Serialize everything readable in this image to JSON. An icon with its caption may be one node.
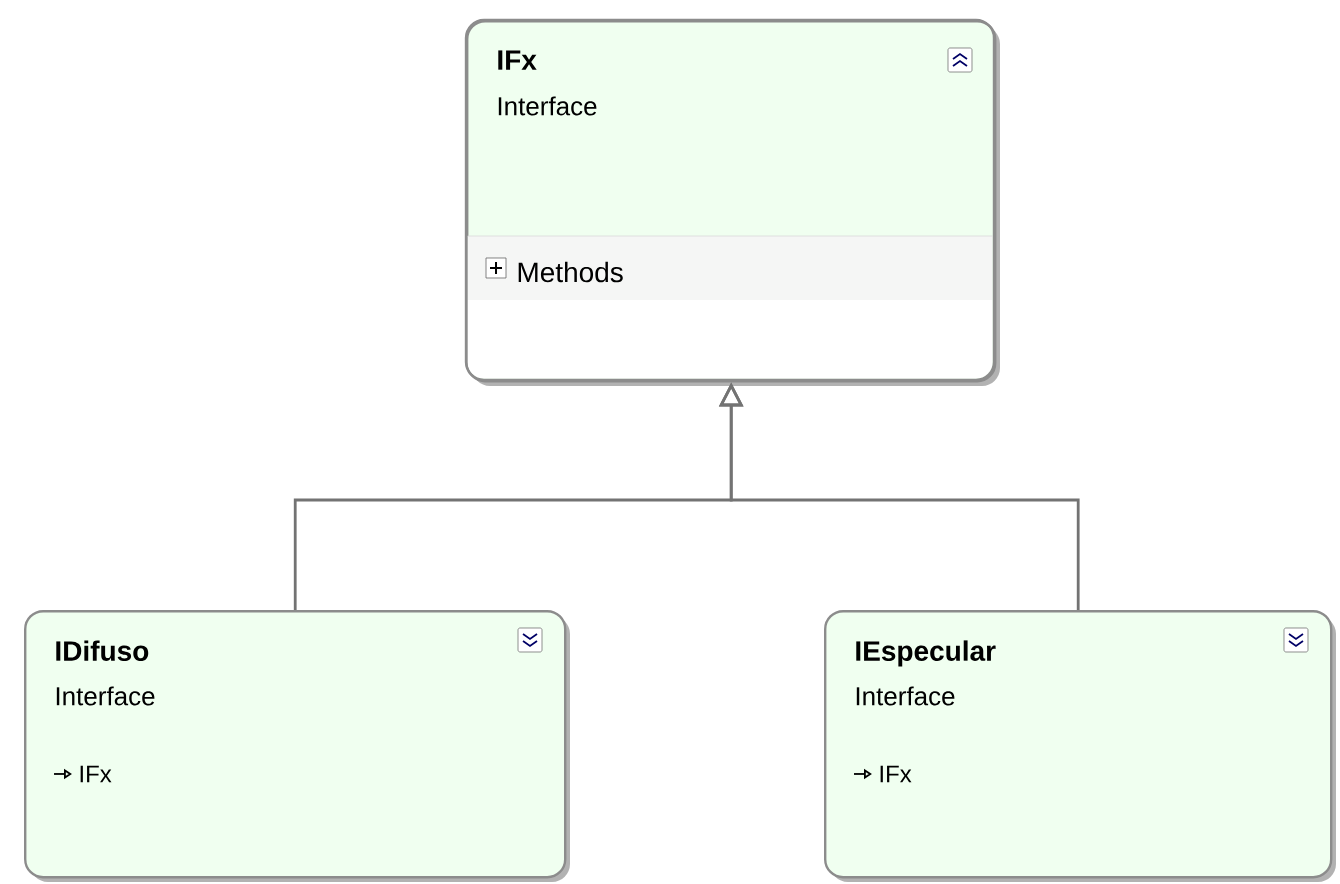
{
  "diagram": {
    "nodes": [
      {
        "text": [
          "IFx",
          "Interface",
          "Methods"
        ]
      },
      {
        "text": [
          "IDifuso",
          "Interface",
          "IFx"
        ]
      },
      {
        "text": [
          "IEspecular",
          "Interface",
          "IFx"
        ]
      }
    ],
    "edges": [
      {
        "from": 1,
        "to": 0,
        "arrow": "to"
      },
      {
        "from": 2,
        "to": 0,
        "arrow": "to"
      }
    ]
  }
}
